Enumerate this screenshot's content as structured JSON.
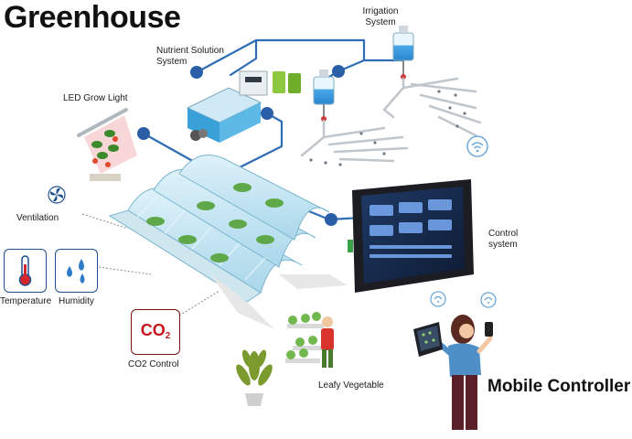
{
  "title": "Greenhouse",
  "labels": {
    "irrigation_line1": "Irrigation",
    "irrigation_line2": "System",
    "nutrient_line1": "Nutrient Solution",
    "nutrient_line2": "System",
    "led": "LED Grow Light",
    "ventilation": "Ventilation",
    "temperature": "Temperature",
    "humidity": "Humidity",
    "co2_control": "CO2 Control",
    "co2_glyph": "CO",
    "co2_sub": "2",
    "leafy": "Leafy Vegetable",
    "control_line1": "Control",
    "control_line2": "system",
    "mobile": "Mobile Controller"
  },
  "colors": {
    "link": "#2e6db5",
    "node": "#2a5fa8",
    "tile_border": "#1f4f8f",
    "co2_red": "#c4161c",
    "glass": "#bfe3f2",
    "panel": "#1b1d22"
  },
  "icons": [
    "fan-icon",
    "thermometer-icon",
    "water-drops-icon",
    "wifi-icon",
    "tablet-icon"
  ]
}
